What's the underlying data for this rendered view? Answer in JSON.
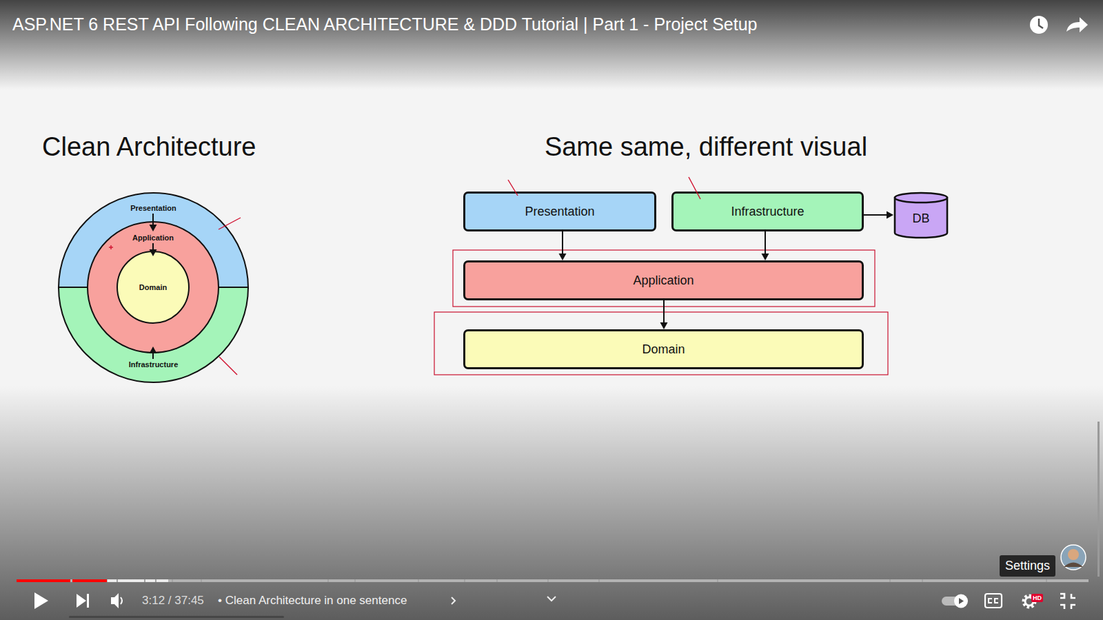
{
  "diagram": {
    "title": "ASP.NET 6 REST API Following CLEAN ARCHITECTURE & DDD Tutorial | Part 1 - Project Setup",
    "nodes": [
      {
        "text": [
          "Presentation"
        ]
      },
      {
        "text": [
          "Application"
        ]
      },
      {
        "text": [
          "Domain"
        ],
        "in": 1
      },
      {
        "text": [
          "Infrastructure"
        ]
      },
      {
        "text": [
          "Presentation"
        ]
      },
      {
        "text": [
          "Infrastructure"
        ]
      },
      {
        "text": [
          "DB"
        ]
      },
      {
        "text": [
          "Application"
        ]
      },
      {
        "text": [
          "Domain"
        ]
      }
    ],
    "edges": [
      {
        "from": 0,
        "to": 1,
        "arrow": "to"
      },
      {
        "from": 1,
        "to": 2,
        "arrow": "to"
      },
      {
        "from": 3,
        "to": 1,
        "arrow": "to"
      },
      {
        "from": 4,
        "to": 7,
        "arrow": "to"
      },
      {
        "from": 5,
        "to": 7,
        "arrow": "to"
      },
      {
        "from": 5,
        "to": 6,
        "arrow": "to"
      },
      {
        "from": 7,
        "to": 8,
        "arrow": "to"
      }
    ],
    "labels": [
      "Clean Architecture",
      "Same same, different visual",
      "3:12 / 37:45",
      "• Clean Architecture in one sentence",
      "Settings",
      "HD"
    ]
  }
}
